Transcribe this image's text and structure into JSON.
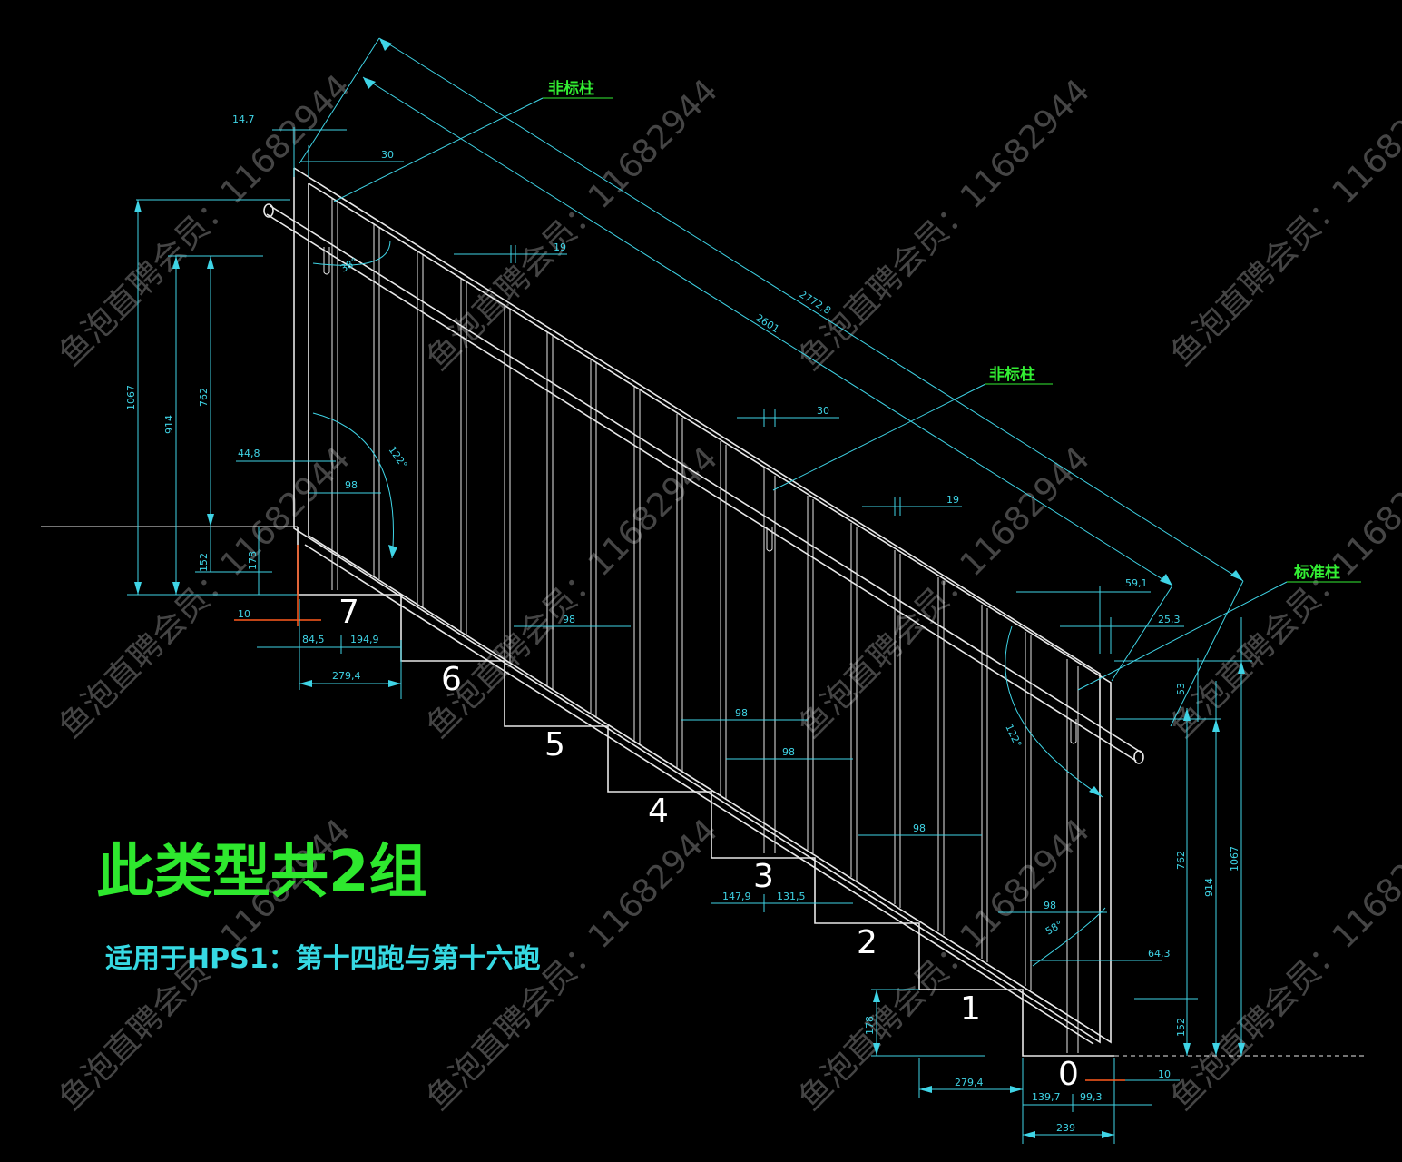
{
  "title": "此类型共2组",
  "subtitle": "适用于HPS1：第十四跑与第十六跑",
  "watermark": "鱼泡直聘会员：11682944",
  "labels": {
    "post_nonstd_1": "非标柱",
    "post_nonstd_2": "非标柱",
    "post_std": "标准柱"
  },
  "steps": [
    "7",
    "6",
    "5",
    "4",
    "3",
    "2",
    "1",
    "0"
  ],
  "dims": {
    "d_14_7": "14,7",
    "d_30_top": "30",
    "d_19_top": "19",
    "d_2772_8": "2772,8",
    "d_2601": "2601",
    "d_38_deg": "38°",
    "d_30_mid": "30",
    "d_19_mid": "19",
    "d_59_1": "59,1",
    "d_25_3": "25,3",
    "d_1067_l": "1067",
    "d_914_l": "914",
    "d_762_l": "762",
    "d_152_l": "152",
    "d_178_l": "178",
    "d_44_8": "44,8",
    "d_98_l": "98",
    "d_122_l": "122°",
    "d_10_l": "10",
    "d_84_5": "84,5",
    "d_194_9": "194,9",
    "d_279_4_l": "279,4",
    "d_98_a": "98",
    "d_98_b": "98",
    "d_98_c": "98",
    "d_98_d": "98",
    "d_98_e": "98",
    "d_147_9": "147,9",
    "d_131_5": "131,5",
    "d_122_r": "122°",
    "d_58_deg": "58°",
    "d_64_3": "64,3",
    "d_53_r": "53",
    "d_762_r": "762",
    "d_914_r": "914",
    "d_1067_r": "1067",
    "d_152_r": "152",
    "d_178_r": "178",
    "d_279_4_r": "279,4",
    "d_139_7": "139,7",
    "d_99_3": "99,3",
    "d_10_r": "10",
    "d_239": "239"
  },
  "colors": {
    "background": "#000000",
    "linework": "#e8e8e8",
    "dimension": "#3fd4e6",
    "label": "#33ee33",
    "marker": "#ff5a1e"
  }
}
